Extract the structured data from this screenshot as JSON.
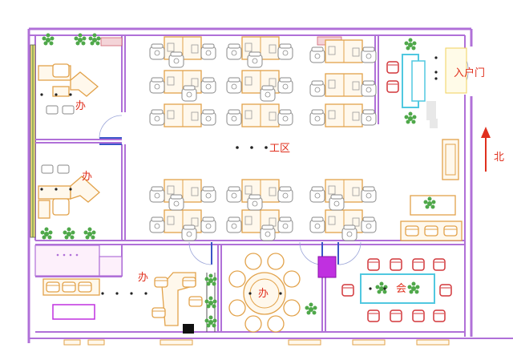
{
  "labels": {
    "entrance": "入户门",
    "north": "北",
    "work_area": "工区",
    "office_top": "办",
    "office_mid": "办",
    "office_bottom": "办",
    "lounge": "办",
    "meeting": "会"
  },
  "colors": {
    "wall": "#b070d8",
    "furniture": "#e2a24a",
    "label": "#e0301e",
    "door": "#3a55c8",
    "plant": "#4fa84a",
    "meeting_chair": "#d2363a",
    "meeting_table": "#50c8e0"
  },
  "icons": {
    "north_arrow": "arrow-up-icon",
    "plant": "plant-icon"
  }
}
